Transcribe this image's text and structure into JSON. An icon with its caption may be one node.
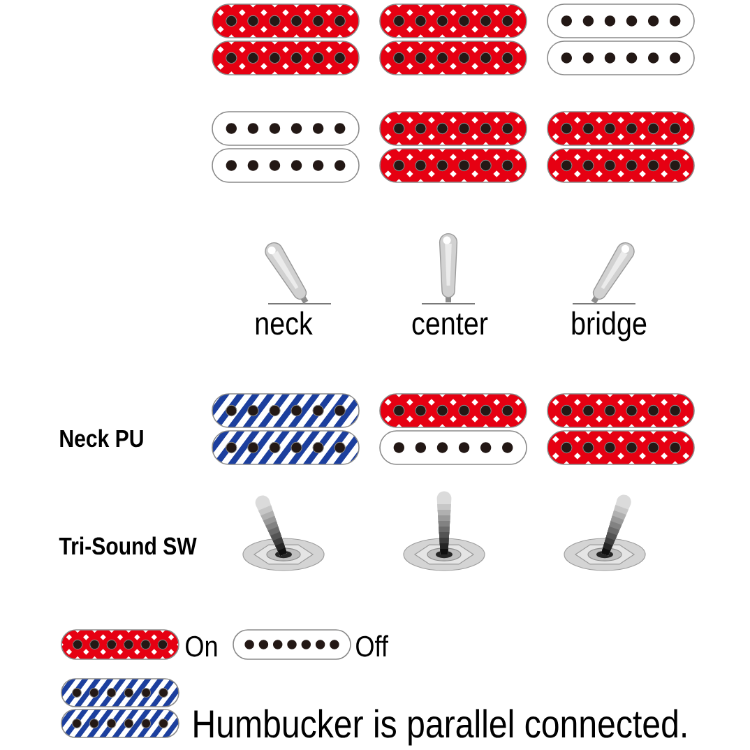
{
  "diagram": {
    "labels": [
      "neck",
      "center",
      "bridge",
      "Neck PU",
      "Tri-Sound SW"
    ],
    "legend": [
      {
        "text": "On"
      },
      {
        "text": "Off"
      },
      {
        "text": "Humbucker is parallel connected."
      }
    ]
  }
}
